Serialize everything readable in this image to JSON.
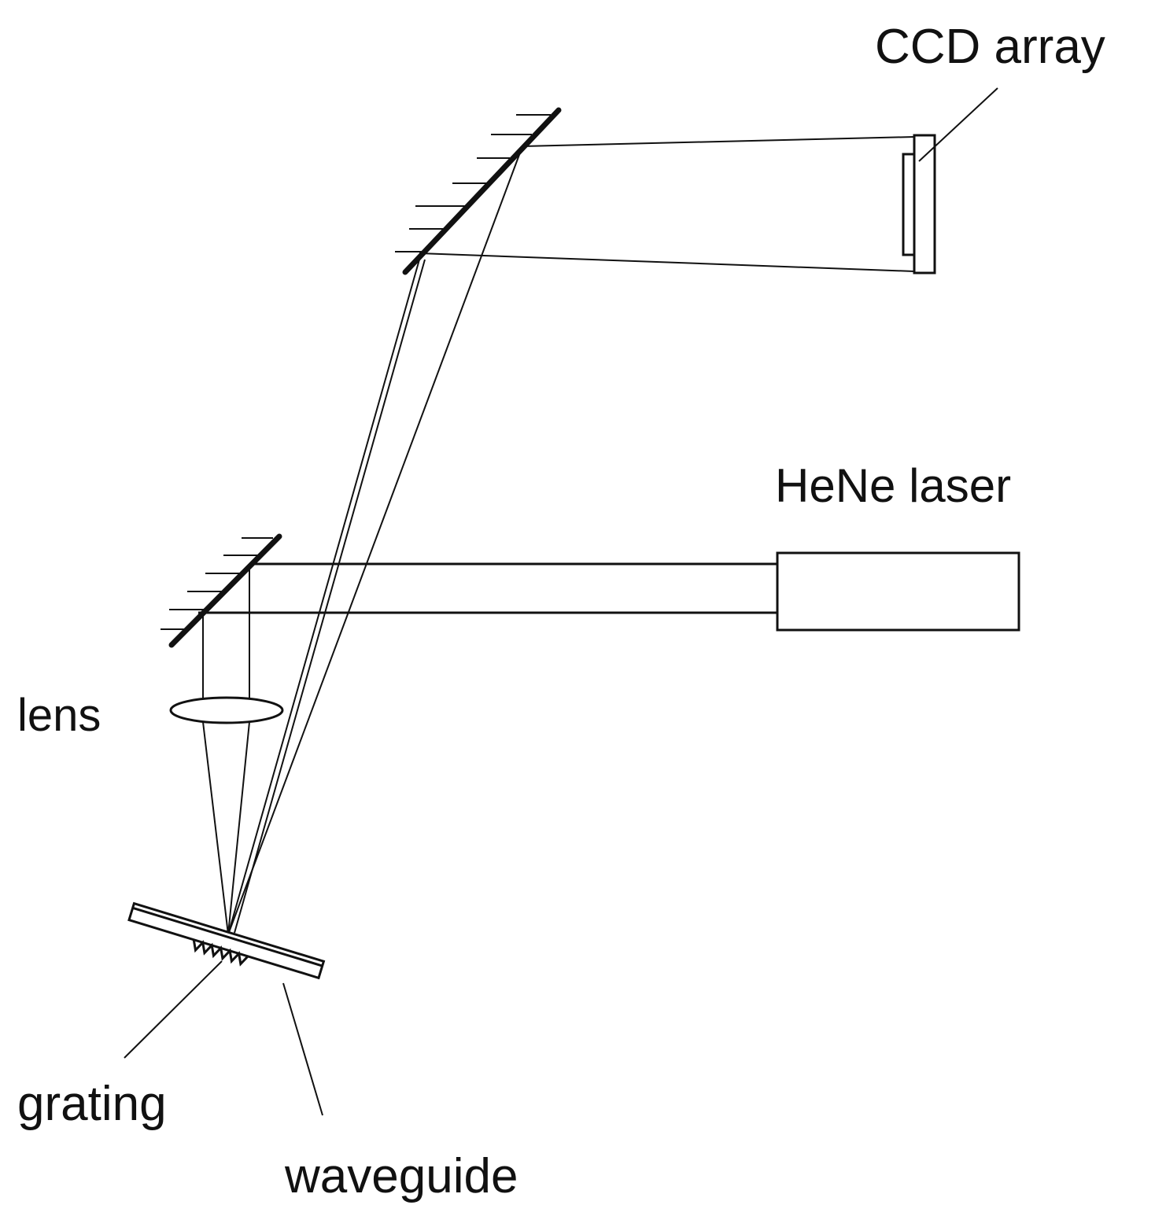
{
  "labels": {
    "ccd": "CCD array",
    "laser": "HeNe laser",
    "lens": "lens",
    "grating": "grating",
    "waveguide": "waveguide"
  },
  "colors": {
    "ink": "#111111",
    "background": "#ffffff"
  }
}
